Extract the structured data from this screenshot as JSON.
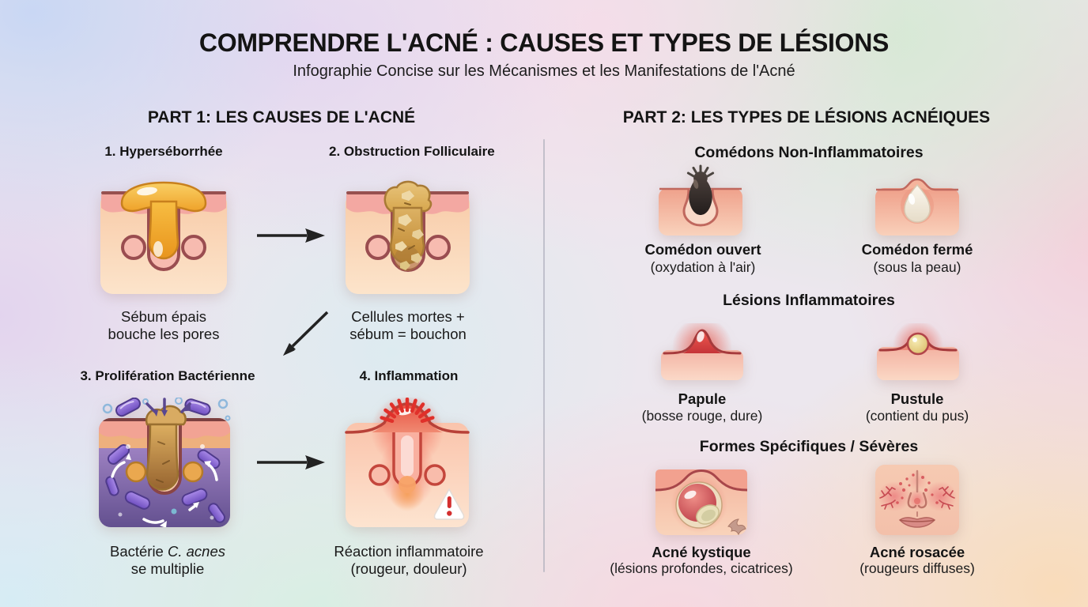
{
  "header": {
    "title": "COMPRENDRE L'ACNÉ : CAUSES ET TYPES DE LÉSIONS",
    "subtitle": "Infographie Concise sur les Mécanismes et les Manifestations de l'Acné"
  },
  "part1": {
    "header": "PART 1: LES CAUSES DE L'ACNÉ",
    "steps": [
      {
        "label": "1. Hyperséborrhée",
        "caption": [
          "Sébum épais",
          "bouche les pores"
        ],
        "illustration": "sebum-overflow-follicle"
      },
      {
        "label": "2. Obstruction Folliculaire",
        "caption": [
          "Cellules mortes +",
          "sébum = bouchon"
        ],
        "illustration": "clogged-follicle-plug"
      },
      {
        "label": "3. Prolifération Bactérienne",
        "caption_prefix": "Bactérie ",
        "caption_italic": "C. acnes",
        "caption_line2": "se multiplie",
        "illustration": "bacteria-multiplying-follicle"
      },
      {
        "label": "4. Inflammation",
        "caption": [
          "Réaction inflammatoire",
          "(rougeur, douleur)"
        ],
        "illustration": "inflamed-follicle-warning"
      }
    ]
  },
  "part2": {
    "header": "PART 2: LES TYPES DE LÉSIONS ACNÉIQUES",
    "sections": [
      {
        "title": "Comédons Non-Inflammatoires",
        "items": [
          {
            "name": "Comédon ouvert",
            "detail": "(oxydation à l'air)",
            "illustration": "blackhead-open-comedo"
          },
          {
            "name": "Comédon fermé",
            "detail": "(sous la peau)",
            "illustration": "whitehead-closed-comedo"
          }
        ]
      },
      {
        "title": "Lésions Inflammatoires",
        "items": [
          {
            "name": "Papule",
            "detail": "(bosse rouge, dure)",
            "illustration": "red-papule-bump"
          },
          {
            "name": "Pustule",
            "detail": "(contient du pus)",
            "illustration": "pustule-with-pus"
          }
        ]
      },
      {
        "title": "Formes Spécifiques / Sévères",
        "items": [
          {
            "name": "Acné kystique",
            "detail": "(lésions profondes, cicatrices)",
            "illustration": "deep-cyst-with-scar"
          },
          {
            "name": "Acné rosacée",
            "detail": "(rougeurs diffuses)",
            "illustration": "face-diffuse-redness"
          }
        ]
      }
    ]
  },
  "icons": {
    "arrow_step1_to_2": "arrow-right",
    "arrow_step2_to_3": "arrow-down-left",
    "arrow_step3_to_4": "arrow-right",
    "warning": "exclamation-triangle"
  },
  "colors": {
    "text": "#141414",
    "arrow": "#222222",
    "sebum_gold": "#f0a52e",
    "plug_tan": "#d7a74e",
    "bacteria_purple": "#7f5fc8",
    "inflammation_red": "#e0302a",
    "skin_pink": "#f3a8a2",
    "skin_cream": "#fbdcc0",
    "divider_gray": "#abacb8"
  }
}
